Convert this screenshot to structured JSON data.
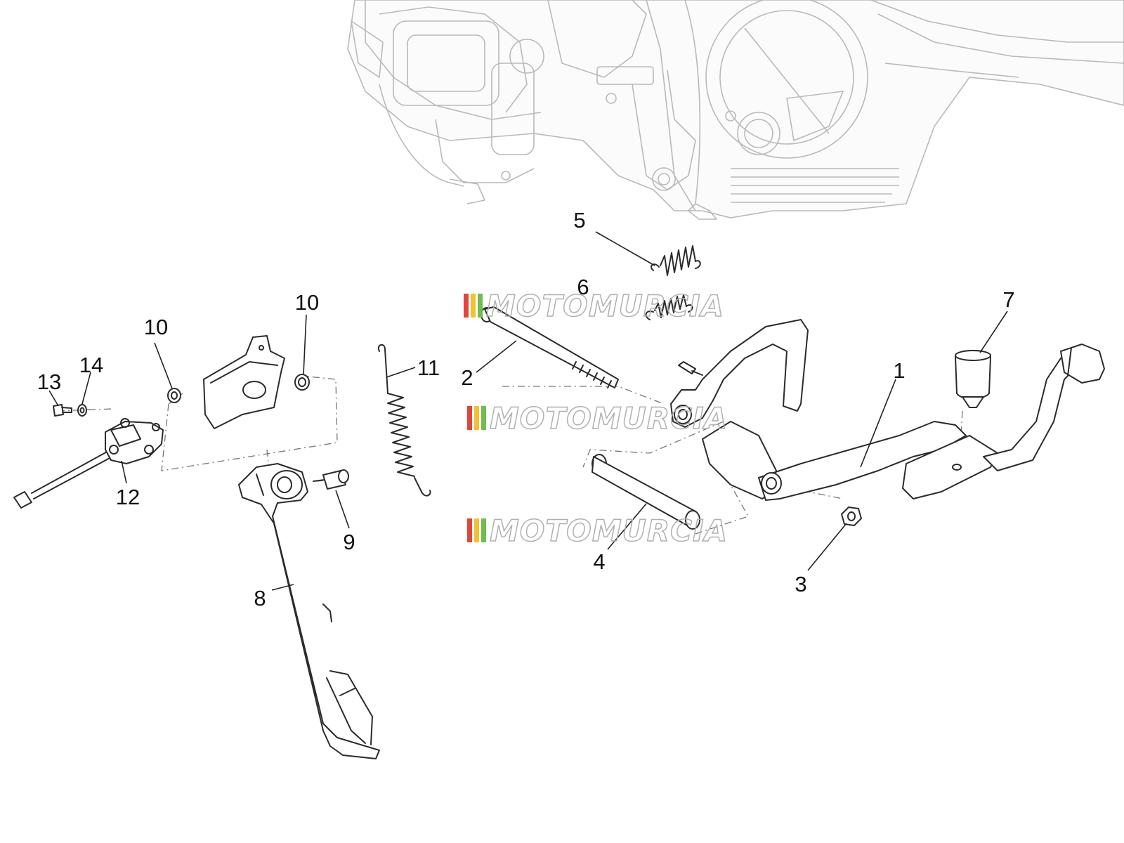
{
  "diagram": {
    "callouts": [
      "1",
      "2",
      "3",
      "4",
      "5",
      "6",
      "7",
      "8",
      "9",
      "10",
      "10",
      "11",
      "12",
      "13",
      "14"
    ],
    "watermark": {
      "text": "MOTOMURCIA",
      "stripe_colors": [
        "#e0463d",
        "#f2c230",
        "#6cbf4e"
      ]
    }
  }
}
